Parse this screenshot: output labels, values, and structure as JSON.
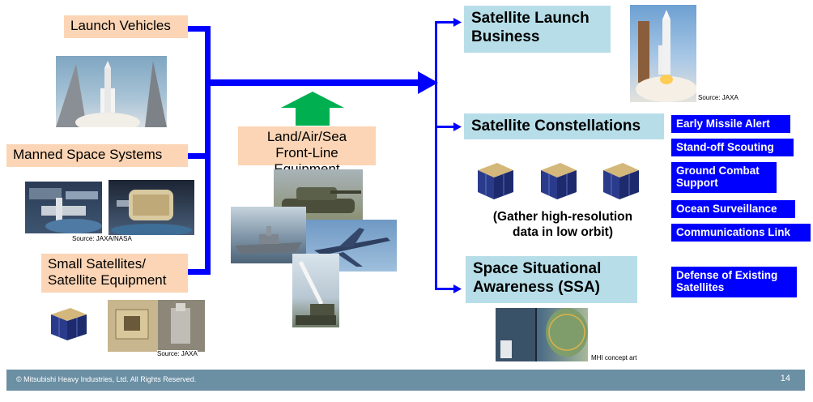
{
  "left_labels": {
    "launch_vehicles": "Launch Vehicles",
    "manned_space": "Manned Space Systems",
    "small_satellites_line1": "Small Satellites/",
    "small_satellites_line2": "Satellite Equipment"
  },
  "center": {
    "land_air_sea_line1": "Land/Air/Sea",
    "land_air_sea_line2": "Front-Line Equipment"
  },
  "right_labels": {
    "launch_business_line1": "Satellite Launch",
    "launch_business_line2": "Business",
    "constellations": "Satellite Constellations",
    "ssa_line1": "Space Situational",
    "ssa_line2": "Awareness (SSA)"
  },
  "constellation_caption_line1": "(Gather high-resolution",
  "constellation_caption_line2": "data in low orbit)",
  "tags": {
    "early_missile_alert": "Early Missile Alert",
    "standoff_scouting": "Stand-off Scouting",
    "ground_combat_line1": "Ground Combat",
    "ground_combat_line2": "Support",
    "ocean_surveillance": "Ocean Surveillance",
    "communications_link": "Communications Link",
    "defense_line1": "Defense of Existing",
    "defense_line2": "Satellites"
  },
  "sources": {
    "jaxa_rocket": "Source: JAXA",
    "jaxa_nasa": "Source: JAXA/NASA",
    "jaxa_equipment": "Source: JAXA",
    "mhi_concept": "MHI concept art"
  },
  "footer": {
    "copyright": "© Mitsubishi Heavy Industries, Ltd.  All Rights Reserved.",
    "page_number": "14"
  },
  "colors": {
    "connector_blue": "#0000ff",
    "green_arrow": "#00b050",
    "peach_box": "#fbd5b5",
    "teal_box": "#b7dee8",
    "tag_blue": "#0000ff",
    "footer_bar": "#6b8fa3"
  }
}
